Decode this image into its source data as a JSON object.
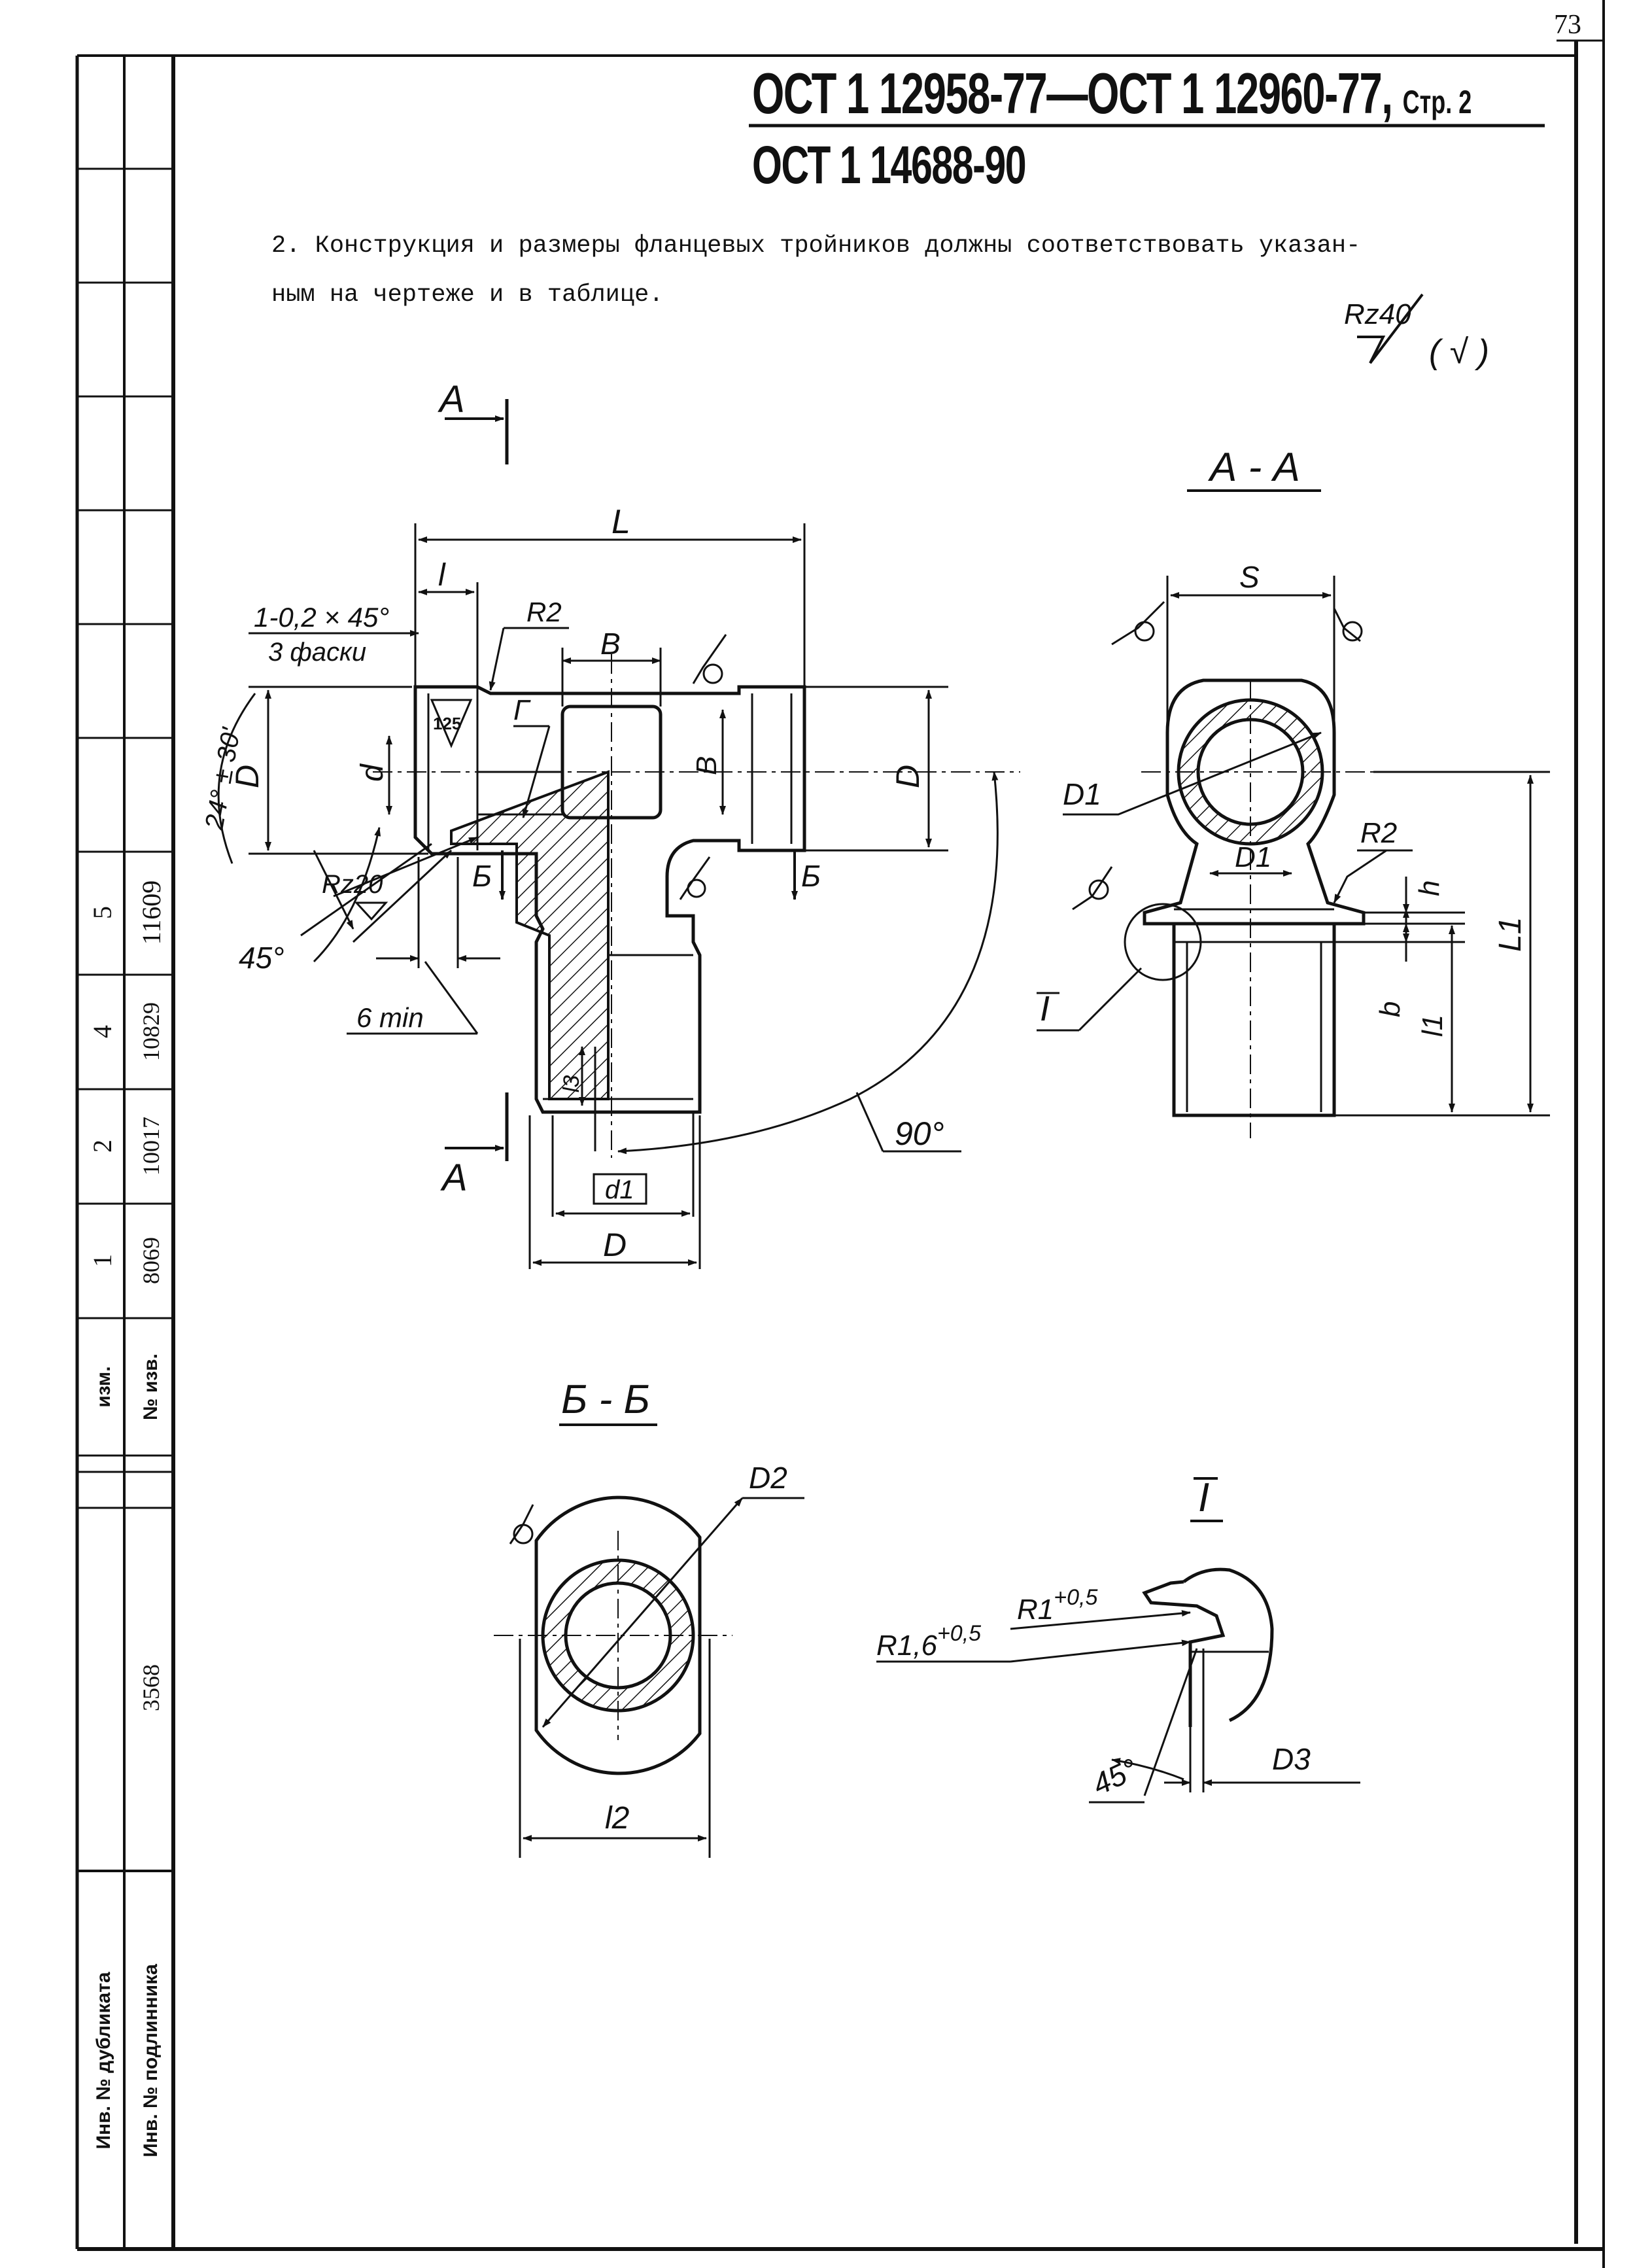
{
  "page_number": "73",
  "header": {
    "standard_range": "ОСТ 1 12958-77—ОСТ 1 12960-77,",
    "page_label": "Стр. 2",
    "standard_amendment": "ОСТ 1 14688-90"
  },
  "body": {
    "paragraph_line1": "2. Конструкция и размеры фланцевых тройников должны соответствовать указан-",
    "paragraph_line2": "ным на чертеже и в таблице."
  },
  "roughness": {
    "general": "Rz40",
    "general_bracket": "( √ )",
    "local_rz20": "Rz20",
    "local_125": "125"
  },
  "views": {
    "main": {
      "cut_a_top": "А",
      "cut_a_bottom": "А",
      "dim_L": "L",
      "dim_l": "l",
      "dim_chamfer": "1-0,2 × 45°",
      "dim_chamfer_note": "3 фаски",
      "dim_R2": "R2",
      "dim_B_top": "В",
      "dim_B_side": "В",
      "dim_D_left": "D",
      "dim_D_right": "D",
      "dim_d": "d",
      "dim_G": "Г",
      "dim_angle": "24° ± 30'",
      "cut_b_left": "Б",
      "cut_b_right": "Б",
      "dim_45": "45°",
      "dim_6min": "6 min",
      "dim_l3": "l3",
      "dim_90": "90°",
      "dim_d1": "d1",
      "dim_D_bottom": "D"
    },
    "section_aa": {
      "title": "А - А",
      "dim_S": "S",
      "dim_D1_left": "D1",
      "dim_D1_mid": "D1",
      "dim_R2": "R2",
      "dim_h": "h",
      "dim_b": "b",
      "dim_l1_inner": "l1",
      "dim_L1": "L1",
      "detail_ref": "I"
    },
    "section_bb": {
      "title": "Б - Б",
      "dim_D2": "D2",
      "dim_l2": "l2"
    },
    "detail_i": {
      "title": "I",
      "dim_R1": "R1",
      "dim_R1_tol": "+0,5",
      "dim_R16": "R1,6",
      "dim_R16_tol": "+0,5",
      "dim_45": "45°",
      "dim_D3": "D3"
    }
  },
  "stamp": {
    "col_headers": [
      "5",
      "4",
      "2",
      "1"
    ],
    "col_values": [
      "11609",
      "10829",
      "10017",
      "8069"
    ],
    "row_izm": "изм.",
    "row_no_izv": "№ изв.",
    "inv_podl_value": "3568",
    "label_inv_dubl": "Инв. № дубликата",
    "label_inv_podl": "Инв. № подлинника"
  }
}
